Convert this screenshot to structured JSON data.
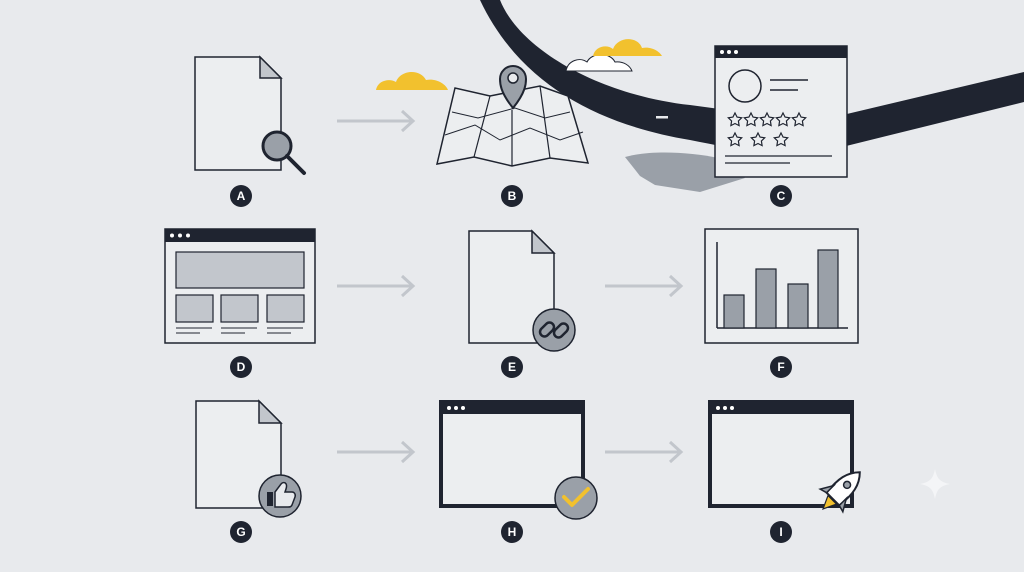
{
  "steps": [
    {
      "letter": "A",
      "icon": "document-search-icon"
    },
    {
      "letter": "B",
      "icon": "map-pin-icon"
    },
    {
      "letter": "C",
      "icon": "review-stars-window-icon"
    },
    {
      "letter": "D",
      "icon": "wireframe-window-icon"
    },
    {
      "letter": "E",
      "icon": "document-link-icon"
    },
    {
      "letter": "F",
      "icon": "bar-chart-icon"
    },
    {
      "letter": "G",
      "icon": "document-thumbs-up-icon"
    },
    {
      "letter": "H",
      "icon": "window-checkmark-icon"
    },
    {
      "letter": "I",
      "icon": "window-rocket-icon"
    }
  ],
  "colors": {
    "background": "#e8eaed",
    "ink": "#1f2430",
    "accent": "#f2c12e",
    "muted": "#9aa0a8",
    "arrow": "#c2c6cc"
  }
}
